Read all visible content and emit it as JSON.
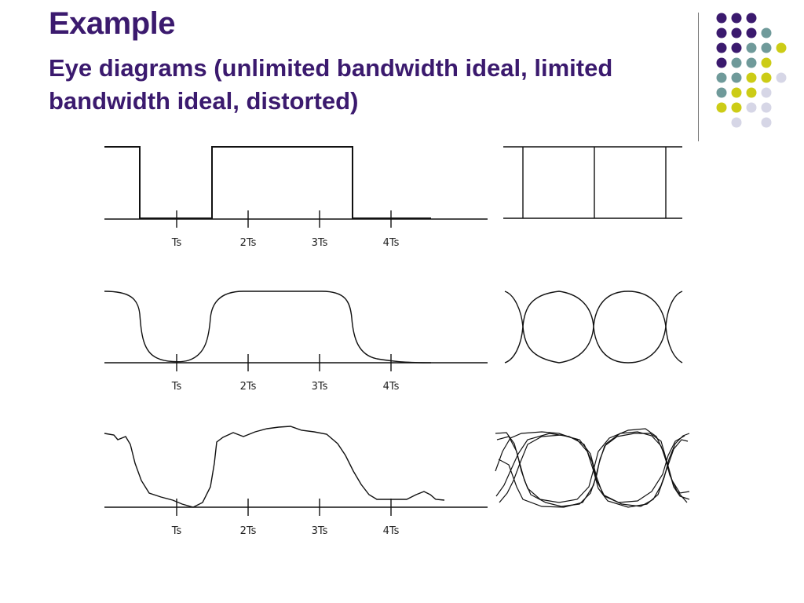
{
  "slide": {
    "title": "Example",
    "subtitle": "Eye diagrams (unlimited bandwidth ideal, limited bandwidth ideal, distorted)"
  },
  "tick_labels": [
    "Ts",
    "2Ts",
    "3Ts",
    "4Ts"
  ],
  "colors": {
    "title": "#3b1a6e",
    "dot_purple": "#3b1a6e",
    "dot_teal": "#6f9a9a",
    "dot_yellow": "#cccc16",
    "dot_lavender": "#d6d6e6",
    "waveform": "#111111"
  },
  "decoration": {
    "dot_rows": [
      [
        "",
        "purple",
        "purple",
        "purple",
        ""
      ],
      [
        "",
        "purple",
        "purple",
        "purple",
        "teal"
      ],
      [
        "",
        "purple",
        "purple",
        "teal",
        "teal",
        "yellow"
      ],
      [
        "",
        "purple",
        "teal",
        "teal",
        "yellow"
      ],
      [
        "",
        "teal",
        "teal",
        "yellow",
        "yellow",
        "lavender"
      ],
      [
        "",
        "teal",
        "yellow",
        "yellow",
        "lavender"
      ],
      [
        "",
        "yellow",
        "yellow",
        "lavender",
        "lavender"
      ],
      [
        "",
        "",
        "lavender",
        "",
        "lavender"
      ]
    ]
  }
}
